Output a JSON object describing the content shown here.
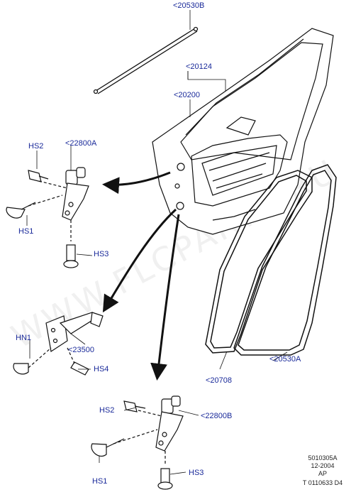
{
  "callouts": {
    "top_strip": "<20530B",
    "door_group": "<20124",
    "door_shell": "<20200",
    "hinge_upper": "<22800A",
    "hinge_lower": "<22800B",
    "check_strap": "<23500",
    "seal_outer": "<20530A",
    "seal_inner": "<20708",
    "hs1_upper": "HS1",
    "hs2_upper": "HS2",
    "hs3_upper": "HS3",
    "hn1": "HN1",
    "hs4": "HS4",
    "hs1_lower": "HS1",
    "hs2_lower": "HS2",
    "hs3_lower": "HS3"
  },
  "stamp": {
    "line1": "5010305A",
    "line2": "12-2004",
    "line3": "AP",
    "line4": "T 0110633 D4"
  },
  "watermark": "WWW.FLCPARTS.RU",
  "colors": {
    "label": "#1a2a9a",
    "line": "#111111",
    "watermark": "#c8c8c8"
  }
}
